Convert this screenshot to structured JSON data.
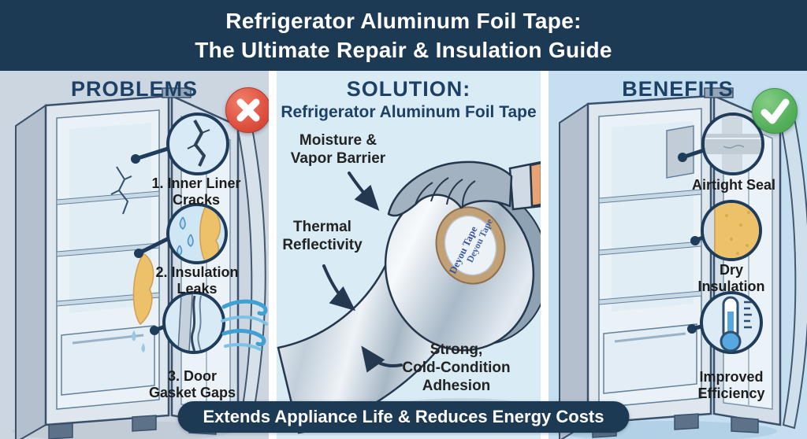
{
  "header": {
    "title_line1": "Refrigerator Aluminum Foil Tape:",
    "title_line2": "The Ultimate Repair & Insulation Guide"
  },
  "panels": {
    "problems": {
      "title": "PROBLEMS",
      "status_icon": "x-icon",
      "items": [
        {
          "label": "1. Inner Liner\nCracks",
          "icon": "crack-icon"
        },
        {
          "label": "2. Insulation\nLeaks",
          "icon": "water-drops-icon"
        },
        {
          "label": "3. Door\nGasket Gaps",
          "icon": "gasket-gap-icon"
        }
      ]
    },
    "solution": {
      "title": "SOLUTION:",
      "subtitle": "Refrigerator Aluminum Foil Tape",
      "features": [
        {
          "label": "Moisture &\nVapor Barrier"
        },
        {
          "label": "Thermal\nReflectivity"
        },
        {
          "label": "Strong,\nCold-Condition\nAdhesion"
        }
      ],
      "tape_brand": "Deyou Tape"
    },
    "benefits": {
      "title": "BENEFITS",
      "status_icon": "check-icon",
      "items": [
        {
          "label": "Airtight Seal",
          "icon": "tape-patch-icon"
        },
        {
          "label": "Dry\nInsulation",
          "icon": "dry-insulation-icon"
        },
        {
          "label": "Improved\nEfficiency",
          "icon": "thermometer-icon"
        }
      ]
    }
  },
  "footer": {
    "banner": "Extends Appliance Life & Reduces Energy Costs"
  },
  "colors": {
    "header_bg": "#1d3a55",
    "panel_problems_bg": "#ccd6e0",
    "panel_solution_bg": "#d9ebf5",
    "panel_benefits_bg": "#c5dff0",
    "accent_red": "#dd4f3e",
    "accent_green": "#55b05a",
    "insulation_yellow": "#ecc169",
    "wind_blue": "#3fa0d4",
    "text_navy": "#1d4166",
    "banner_bg": "#1d3a55"
  }
}
